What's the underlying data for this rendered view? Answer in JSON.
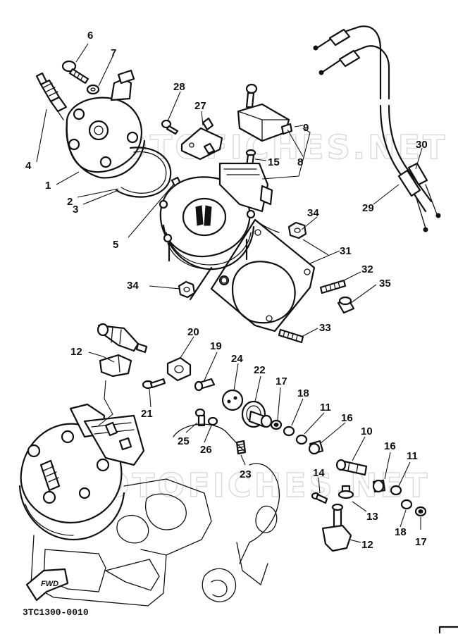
{
  "diagram": {
    "drawing_code": "3TC1300-0010",
    "direction_marker": "FWD",
    "watermark": "MOTOFICHES.NET",
    "callouts": [
      {
        "id": "c1",
        "label": "1"
      },
      {
        "id": "c2",
        "label": "2"
      },
      {
        "id": "c3",
        "label": "3"
      },
      {
        "id": "c4",
        "label": "4"
      },
      {
        "id": "c5",
        "label": "5"
      },
      {
        "id": "c6",
        "label": "6"
      },
      {
        "id": "c7",
        "label": "7"
      },
      {
        "id": "c8",
        "label": "8"
      },
      {
        "id": "c9",
        "label": "9"
      },
      {
        "id": "c10",
        "label": "10"
      },
      {
        "id": "c11a",
        "label": "11"
      },
      {
        "id": "c11b",
        "label": "11"
      },
      {
        "id": "c12a",
        "label": "12"
      },
      {
        "id": "c12b",
        "label": "12"
      },
      {
        "id": "c13",
        "label": "13"
      },
      {
        "id": "c14",
        "label": "14"
      },
      {
        "id": "c15",
        "label": "15"
      },
      {
        "id": "c16a",
        "label": "16"
      },
      {
        "id": "c16b",
        "label": "16"
      },
      {
        "id": "c17a",
        "label": "17"
      },
      {
        "id": "c17b",
        "label": "17"
      },
      {
        "id": "c18a",
        "label": "18"
      },
      {
        "id": "c18b",
        "label": "18"
      },
      {
        "id": "c19",
        "label": "19"
      },
      {
        "id": "c20",
        "label": "20"
      },
      {
        "id": "c21",
        "label": "21"
      },
      {
        "id": "c22",
        "label": "22"
      },
      {
        "id": "c23",
        "label": "23"
      },
      {
        "id": "c24",
        "label": "24"
      },
      {
        "id": "c25",
        "label": "25"
      },
      {
        "id": "c26",
        "label": "26"
      },
      {
        "id": "c27",
        "label": "27"
      },
      {
        "id": "c28",
        "label": "28"
      },
      {
        "id": "c29",
        "label": "29"
      },
      {
        "id": "c30",
        "label": "30"
      },
      {
        "id": "c31",
        "label": "31"
      },
      {
        "id": "c32",
        "label": "32"
      },
      {
        "id": "c33",
        "label": "33"
      },
      {
        "id": "c34a",
        "label": "34"
      },
      {
        "id": "c34b",
        "label": "34"
      },
      {
        "id": "c35",
        "label": "35"
      }
    ]
  }
}
